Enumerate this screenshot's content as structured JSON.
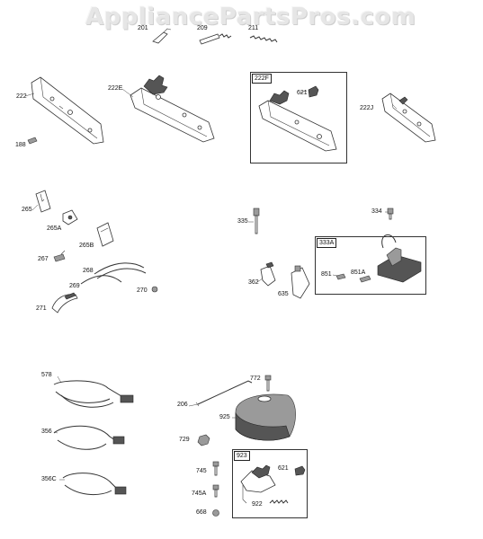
{
  "watermark": "AppliancePartsPros.com",
  "labels": {
    "p201": "201",
    "p209": "209",
    "p211": "211",
    "p222": "222",
    "p188": "188",
    "p222E": "222E",
    "p621a": "621",
    "p222J": "222J",
    "p265": "265",
    "p265A": "265A",
    "p265B": "265B",
    "p267": "267",
    "p268": "268",
    "p269": "269",
    "p270": "270",
    "p271": "271",
    "p335": "335",
    "p334": "334",
    "p851": "851",
    "p851A": "851A",
    "p362": "362",
    "p635": "635",
    "p578": "578",
    "p356": "356",
    "p356C": "356C",
    "p206": "206",
    "p772": "772",
    "p925": "925",
    "p729": "729",
    "p745": "745",
    "p745A": "745A",
    "p668": "668",
    "p621b": "621",
    "p922": "922"
  },
  "boxes": {
    "b222F": "222F",
    "b333A": "333A",
    "b923": "923"
  },
  "colors": {
    "watermark": "#e6e6e6",
    "line": "#333333",
    "part_fill": "#ffffff",
    "dark_fill": "#555555"
  }
}
